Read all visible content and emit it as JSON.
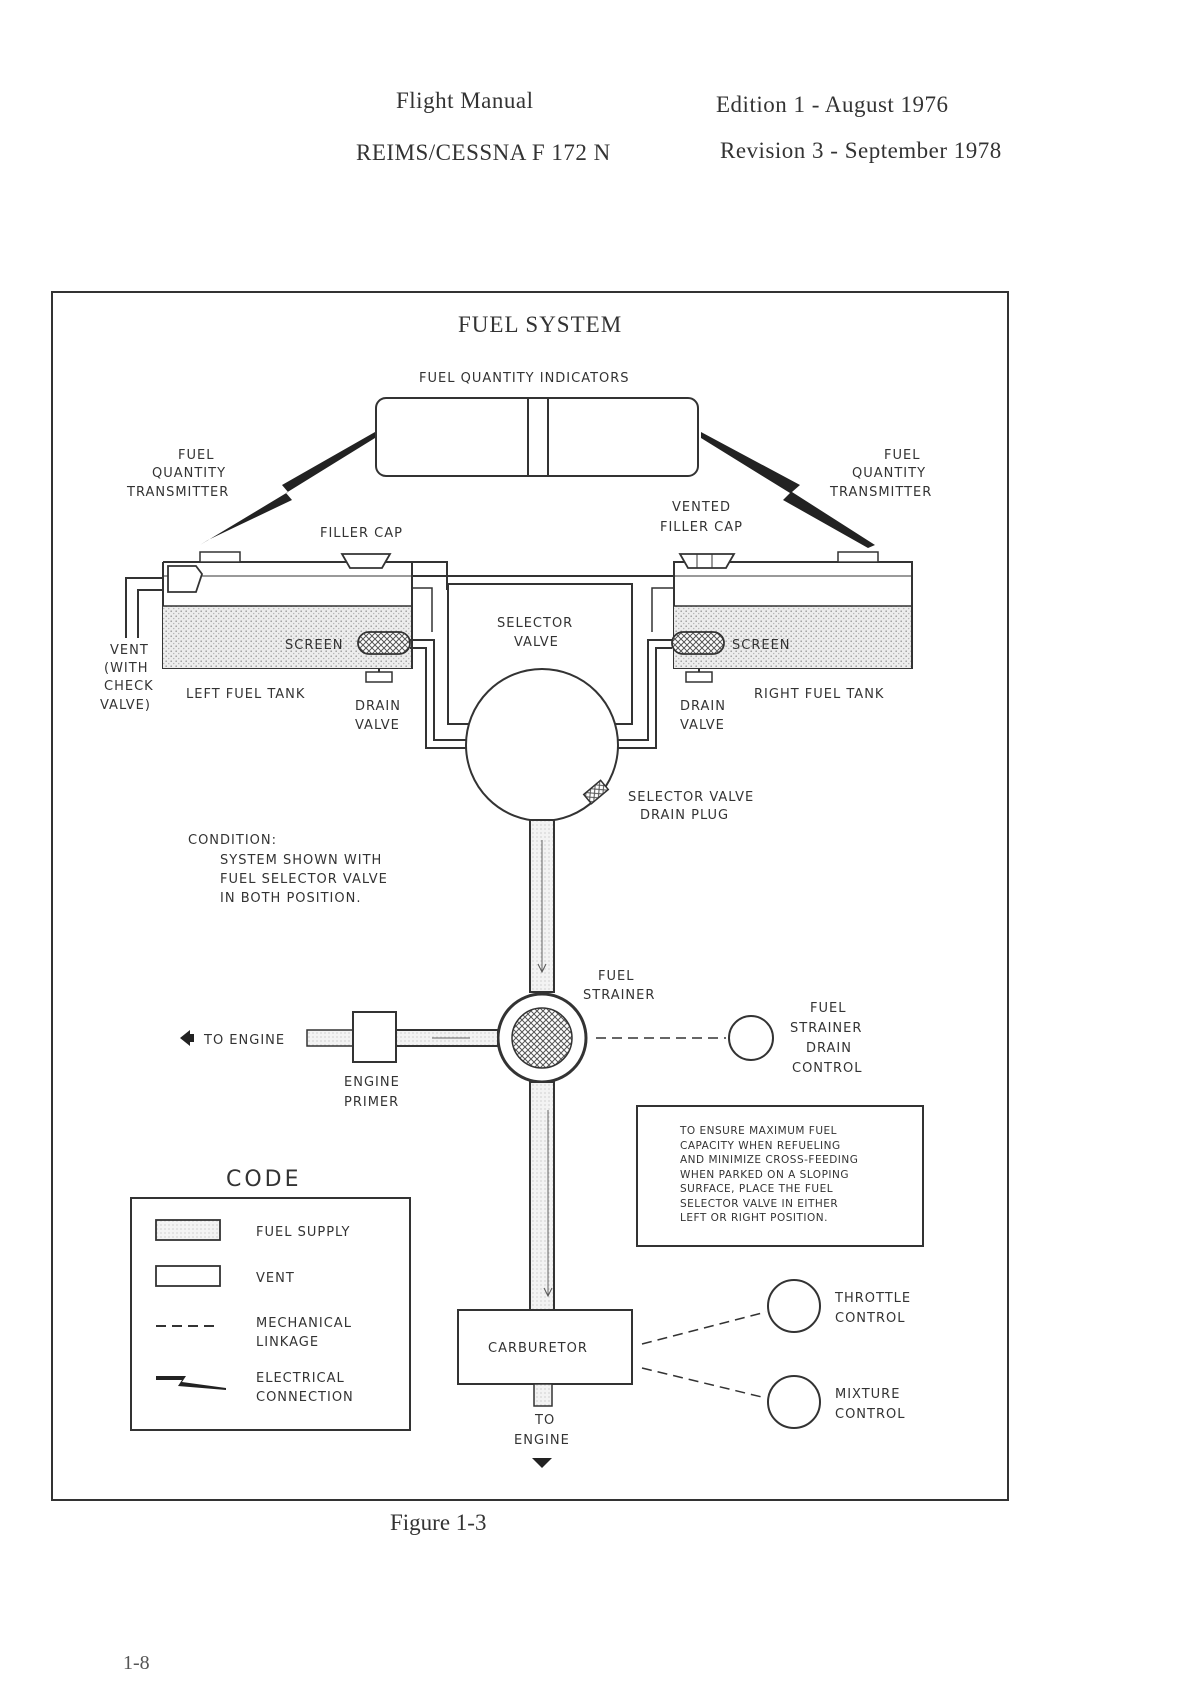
{
  "header": {
    "title": "Flight Manual",
    "aircraft": "REIMS/CESSNA F 172 N",
    "edition": "Edition 1 - August 1976",
    "revision": "Revision 3 - September 1978"
  },
  "diagram": {
    "title": "FUEL SYSTEM",
    "fuel_quantity_indicators": "FUEL QUANTITY INDICATORS",
    "left_transmitter": [
      "FUEL",
      "QUANTITY",
      "TRANSMITTER"
    ],
    "right_transmitter": [
      "FUEL",
      "QUANTITY",
      "TRANSMITTER"
    ],
    "filler_cap": "FILLER CAP",
    "vented_filler_cap": [
      "VENTED",
      "FILLER CAP"
    ],
    "vent": [
      "VENT",
      "(WITH",
      "CHECK",
      "VALVE)"
    ],
    "screen_left": "SCREEN",
    "screen_right": "SCREEN",
    "left_fuel_tank": "LEFT FUEL TANK",
    "right_fuel_tank": "RIGHT FUEL TANK",
    "drain_valve_left": [
      "DRAIN",
      "VALVE"
    ],
    "drain_valve_right": [
      "DRAIN",
      "VALVE"
    ],
    "selector_valve": [
      "SELECTOR",
      "VALVE"
    ],
    "selector_valve_drain_plug": [
      "SELECTOR VALVE",
      "DRAIN PLUG"
    ],
    "condition": [
      "CONDITION:",
      "SYSTEM SHOWN WITH",
      "FUEL SELECTOR VALVE",
      "IN BOTH POSITION."
    ],
    "fuel_strainer": [
      "FUEL",
      "STRAINER"
    ],
    "to_engine_left": "TO ENGINE",
    "engine_primer": [
      "ENGINE",
      "PRIMER"
    ],
    "fuel_strainer_drain_control": [
      "FUEL",
      "STRAINER",
      "DRAIN",
      "CONTROL"
    ],
    "note": [
      "TO ENSURE MAXIMUM FUEL",
      "CAPACITY WHEN REFUELING",
      "AND MINIMIZE CROSS-FEEDING",
      "WHEN PARKED ON A SLOPING",
      "SURFACE, PLACE THE FUEL",
      "SELECTOR VALVE IN EITHER",
      "LEFT OR RIGHT POSITION."
    ],
    "carburetor": "CARBURETOR",
    "throttle_control": [
      "THROTTLE",
      "CONTROL"
    ],
    "mixture_control": [
      "MIXTURE",
      "CONTROL"
    ],
    "to_engine_bottom": [
      "TO",
      "ENGINE"
    ],
    "code": {
      "title": "CODE",
      "fuel_supply": "FUEL SUPPLY",
      "vent": "VENT",
      "mechanical_linkage": [
        "MECHANICAL",
        "LINKAGE"
      ],
      "electrical_connection": [
        "ELECTRICAL",
        "CONNECTION"
      ]
    }
  },
  "figure_caption": "Figure 1-3",
  "page_number": "1-8"
}
